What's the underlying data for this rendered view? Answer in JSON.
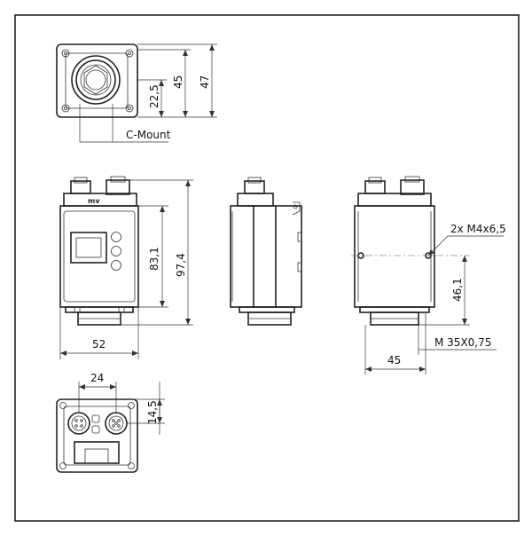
{
  "drawing": {
    "front_view": {
      "dim_height_outer": "47",
      "dim_height_inner": "45",
      "dim_center": "22,5",
      "mount_label": "C-Mount"
    },
    "side_view_left": {
      "dim_width": "52",
      "dim_height_body": "83,1",
      "dim_height_total": "97,4"
    },
    "side_view_right": {
      "thread_label": "2x M4x6,5",
      "dim_hole_height": "46,1",
      "lens_thread": "M 35X0,75",
      "dim_width": "45"
    },
    "back_view": {
      "dim_spacing": "24",
      "dim_offset": "14,5"
    }
  }
}
